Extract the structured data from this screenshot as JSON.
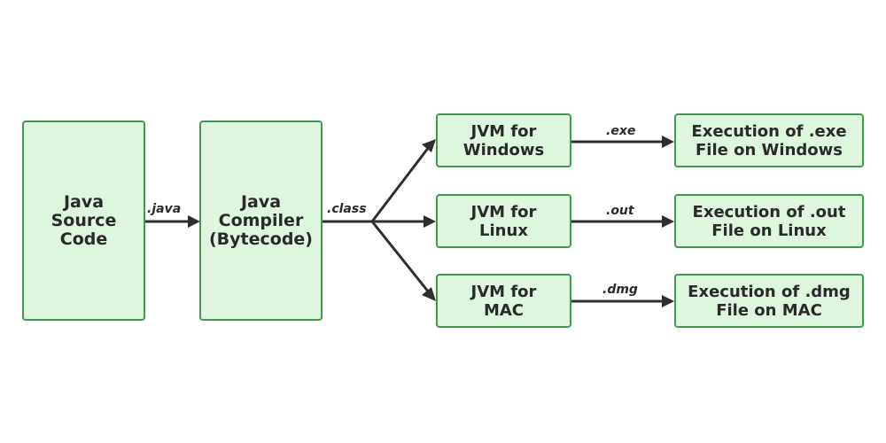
{
  "diagram": {
    "nodes": {
      "source": {
        "label": "Java\nSource\nCode"
      },
      "compiler": {
        "label": "Java\nCompiler\n(Bytecode)"
      },
      "jvm_windows": {
        "label": "JVM for\nWindows"
      },
      "jvm_linux": {
        "label": "JVM for\nLinux"
      },
      "jvm_mac": {
        "label": "JVM for\nMAC"
      },
      "exec_windows": {
        "label": "Execution of .exe\nFile on Windows"
      },
      "exec_linux": {
        "label": "Execution of .out\nFile on Linux"
      },
      "exec_mac": {
        "label": "Execution of .dmg\nFile on MAC"
      }
    },
    "edges": {
      "java": ".java",
      "class": ".class",
      "exe": ".exe",
      "out": ".out",
      "dmg": ".dmg"
    },
    "colors": {
      "node_fill": "#def5de",
      "node_border": "#3d9b4b",
      "text": "#2a2a2a",
      "arrow": "#2e2e2e"
    }
  }
}
